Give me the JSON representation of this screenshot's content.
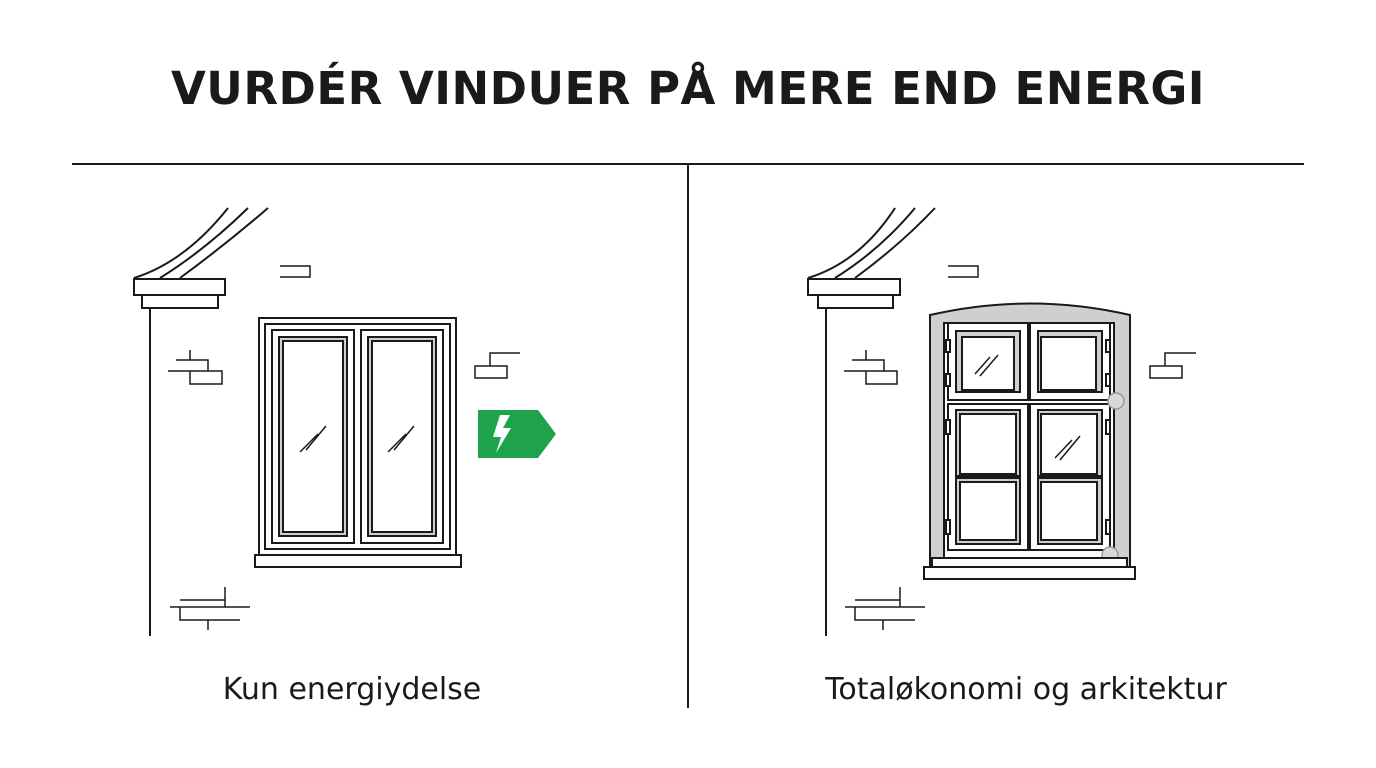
{
  "title": "VURDÉR VINDUER PÅ MERE END ENERGI",
  "panels": [
    {
      "caption": "Kun energiydelse",
      "badge": {
        "icon": "lightning-bolt-icon",
        "color": "#1ea34a"
      }
    },
    {
      "caption": "Totaløkonomi og arkitektur"
    }
  ],
  "colors": {
    "ink": "#1a1a1a",
    "frame_gray": "#cfcfcf",
    "badge_green": "#1ea34a"
  }
}
